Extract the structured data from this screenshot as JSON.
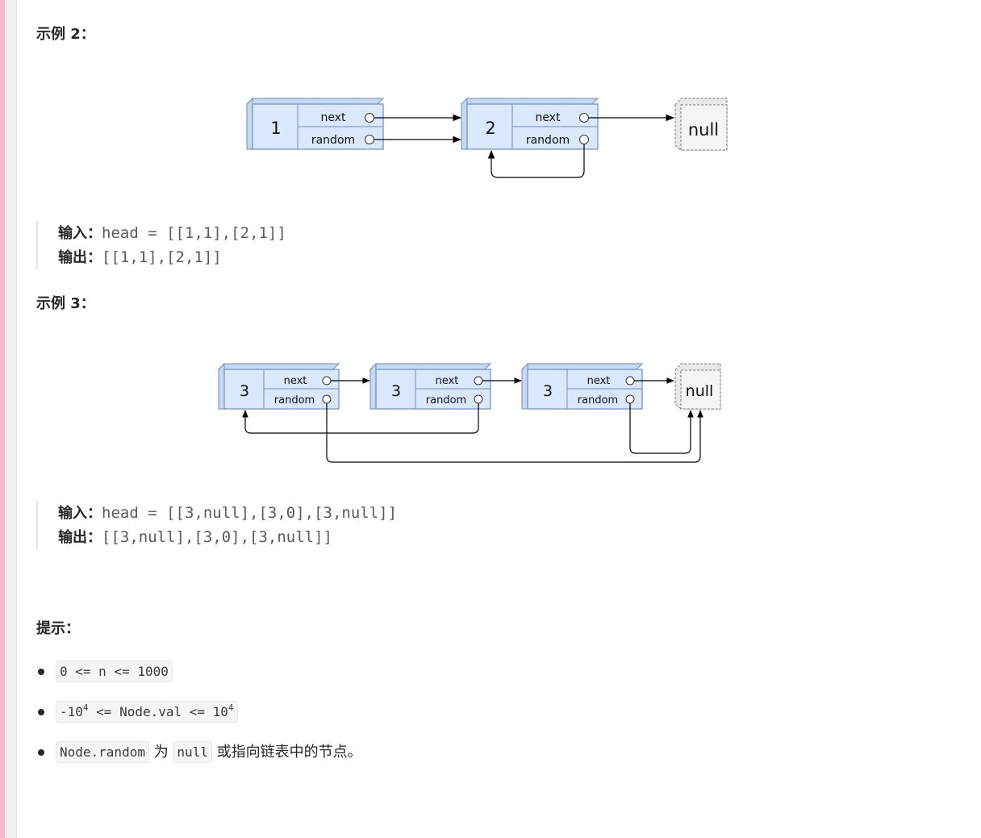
{
  "example2": {
    "heading": "示例 2：",
    "nodes": [
      {
        "val": "1",
        "next_label": "next",
        "random_label": "random"
      },
      {
        "val": "2",
        "next_label": "next",
        "random_label": "random"
      }
    ],
    "null_label": "null",
    "input_label": "输入：",
    "input_value": "head = [[1,1],[2,1]]",
    "output_label": "输出：",
    "output_value": "[[1,1],[2,1]]"
  },
  "example3": {
    "heading": "示例 3：",
    "nodes": [
      {
        "val": "3",
        "next_label": "next",
        "random_label": "random"
      },
      {
        "val": "3",
        "next_label": "next",
        "random_label": "random"
      },
      {
        "val": "3",
        "next_label": "next",
        "random_label": "random"
      }
    ],
    "null_label": "null",
    "input_label": "输入：",
    "input_value": "head = [[3,null],[3,0],[3,null]]",
    "output_label": "输出：",
    "output_value": "[[3,null],[3,0],[3,null]]"
  },
  "hints": {
    "heading": "提示：",
    "item1": "0 <= n <= 1000",
    "item2": {
      "a": "-10",
      "exp1": "4",
      "b": " <= Node.val <= 10",
      "exp2": "4"
    },
    "item3": {
      "code1": "Node.random",
      "text1": " 为 ",
      "code2": "null",
      "text2": " 或指向链表中的节点。"
    }
  },
  "colors": {
    "node_fill": "#dae8fc",
    "node_stroke": "#6c8ebf",
    "null_fill": "#f5f5f5",
    "null_stroke": "#666666",
    "accent_bar": "#f5b8cc"
  }
}
